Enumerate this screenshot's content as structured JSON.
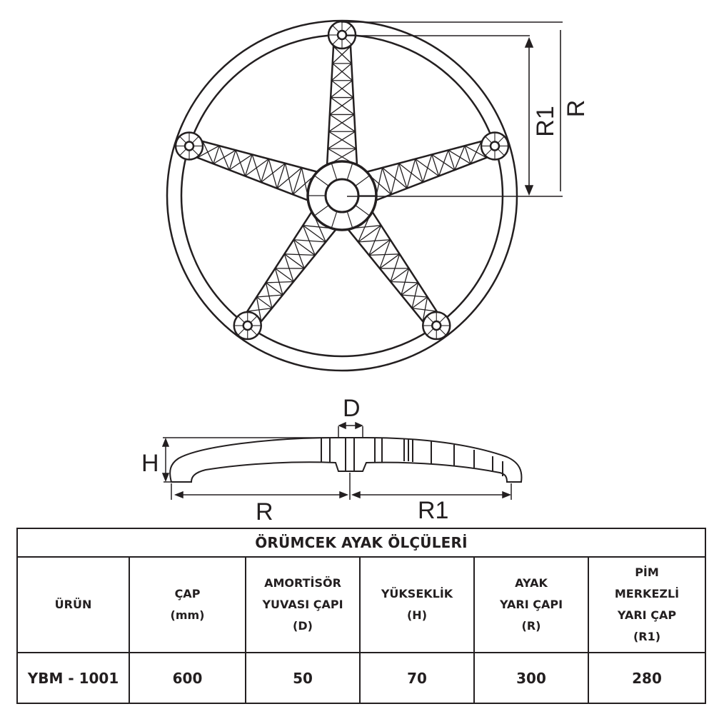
{
  "diagram": {
    "top_labels": {
      "r1": "R1",
      "r": "R"
    },
    "side_labels": {
      "h": "H",
      "d": "D",
      "r": "R",
      "r1": "R1"
    }
  },
  "table": {
    "title": "ÖRÜMCEK AYAK ÖLÇÜLERİ",
    "headers": [
      {
        "lines": [
          "ÜRÜN"
        ]
      },
      {
        "lines": [
          "ÇAP",
          "(mm)"
        ]
      },
      {
        "lines": [
          "AMORTİSÖR",
          "YUVASI ÇAPI",
          "(D)"
        ]
      },
      {
        "lines": [
          "YÜKSEKLİK",
          "(H)"
        ]
      },
      {
        "lines": [
          "AYAK",
          "YARI ÇAPI",
          "(R)"
        ]
      },
      {
        "lines": [
          "PİM",
          "MERKEZLİ",
          "YARI ÇAP",
          "(R1)"
        ]
      }
    ],
    "row": [
      "YBM - 1001",
      "600",
      "50",
      "70",
      "300",
      "280"
    ]
  }
}
